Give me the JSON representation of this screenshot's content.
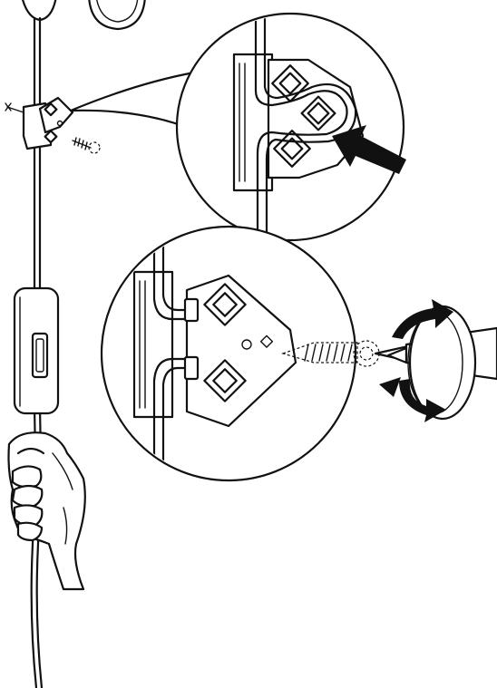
{
  "figure": {
    "type": "assembly-instruction-illustration",
    "panels": [
      "cord-overview",
      "detail-cord-routing",
      "detail-screw-fastening"
    ],
    "colors": {
      "line": "#111111",
      "background": "#ffffff"
    },
    "icons": [
      "cord-clip-icon",
      "screw-icon",
      "screwdriver-icon",
      "push-arrow-icon",
      "rotate-arrow-icon",
      "hand-icon",
      "inline-switch-icon"
    ]
  }
}
